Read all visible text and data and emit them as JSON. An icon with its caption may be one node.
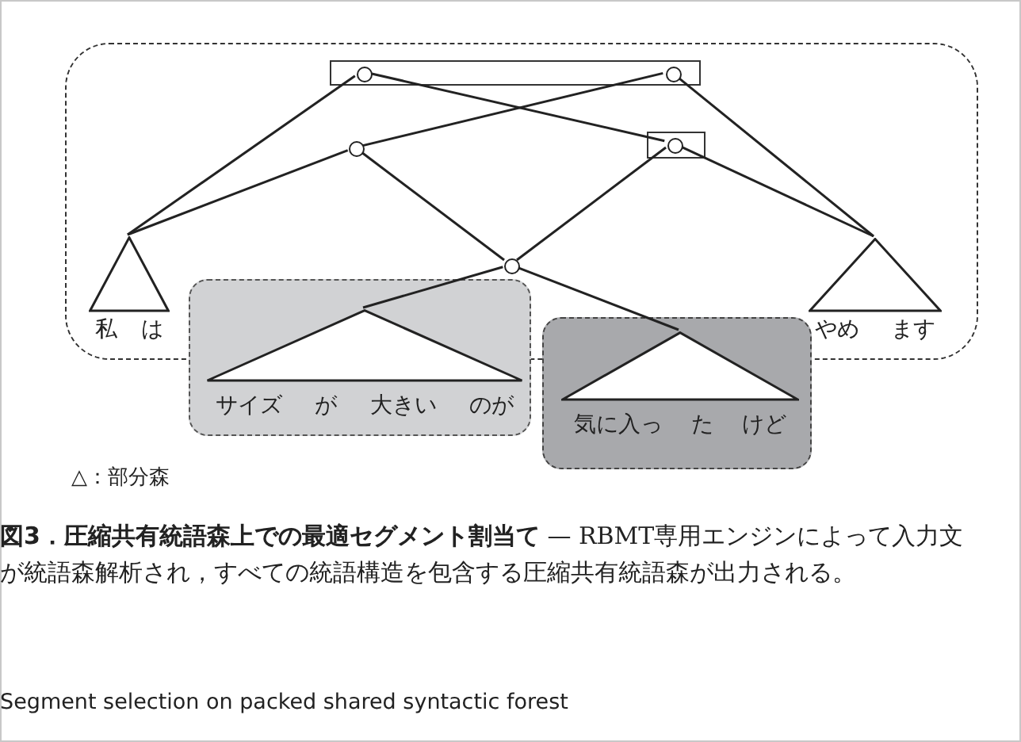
{
  "diagram": {
    "caption": "**図3．圧縮共有統語森上での最適セグメント割当て** — RBMT専用エンジンによって入力文が統語森解析され，すべての統語構造を包含する圧縮共有統語森が出力される。",
    "nodes": [
      {
        "text": [],
        "shape": "box"
      },
      {
        "text": [],
        "shape": "box",
        "in": 0
      },
      {
        "text": [],
        "shape": "circle",
        "in": 1
      },
      {
        "text": [],
        "shape": "circle",
        "in": 1
      },
      {
        "text": [],
        "shape": "circle",
        "in": 0
      },
      {
        "text": [],
        "shape": "box",
        "in": 0
      },
      {
        "text": [],
        "shape": "circle",
        "in": 5
      },
      {
        "text": [],
        "shape": "circle",
        "in": 0
      },
      {
        "text": [
          "私",
          "は"
        ],
        "in": 0
      },
      {
        "text": [
          "やめ",
          "ます"
        ],
        "in": 0
      },
      {
        "text": [],
        "shape": "box"
      },
      {
        "text": [
          "サイズ",
          "が",
          "大きい",
          "のが"
        ],
        "in": 10
      },
      {
        "text": [],
        "shape": "box"
      },
      {
        "text": [
          "気に入っ",
          "た",
          "けど"
        ],
        "in": 12
      }
    ],
    "edges": [
      {
        "from": 2,
        "to": 8,
        "arrow": "none"
      },
      {
        "from": 2,
        "to": 6,
        "arrow": "none"
      },
      {
        "from": 3,
        "to": 4,
        "arrow": "none"
      },
      {
        "from": 3,
        "to": 9,
        "arrow": "none"
      },
      {
        "from": 4,
        "to": 8,
        "arrow": "none"
      },
      {
        "from": 4,
        "to": 7,
        "arrow": "none"
      },
      {
        "from": 6,
        "to": 7,
        "arrow": "none"
      },
      {
        "from": 6,
        "to": 9,
        "arrow": "none"
      },
      {
        "from": 7,
        "to": 11,
        "arrow": "none"
      },
      {
        "from": 7,
        "to": 13,
        "arrow": "none"
      }
    ],
    "labels": [
      "△：部分森",
      "Segment selection on packed shared syntactic forest"
    ]
  }
}
